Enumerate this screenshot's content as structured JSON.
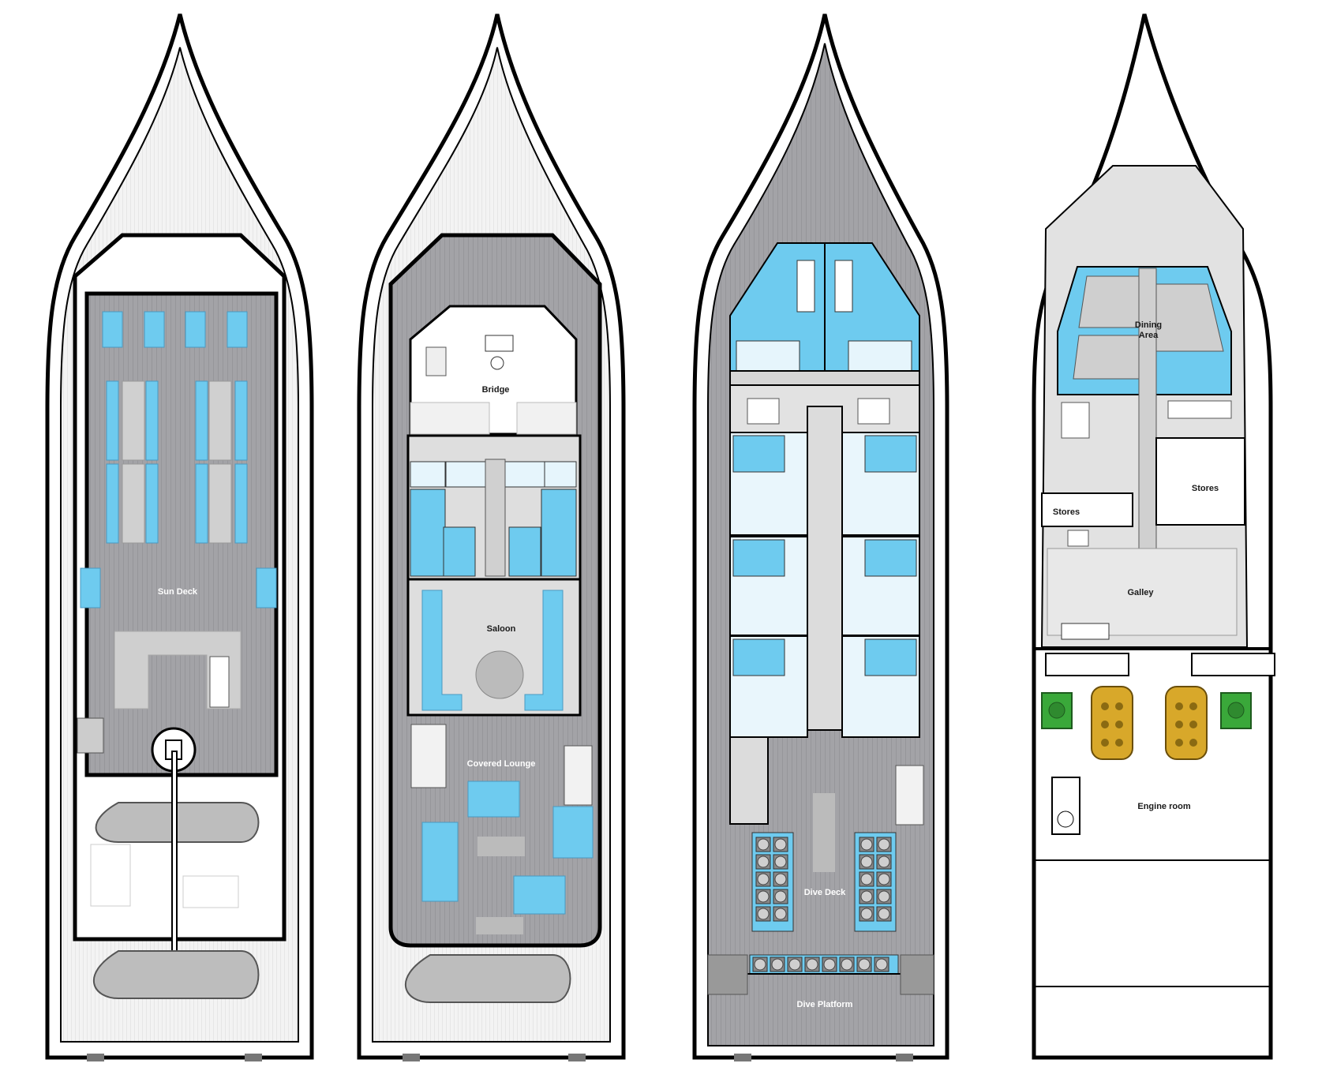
{
  "decks": [
    {
      "id": "sun",
      "labels": {
        "sun_deck": "Sun Deck"
      }
    },
    {
      "id": "upper",
      "labels": {
        "bridge": "Bridge",
        "saloon": "Saloon",
        "covered_lounge": "Covered Lounge"
      }
    },
    {
      "id": "main",
      "labels": {
        "dive_deck": "Dive Deck",
        "dive_platform": "Dive Platform"
      }
    },
    {
      "id": "lower",
      "labels": {
        "dining_area_line1": "Dining",
        "dining_area_line2": "Area",
        "stores_left": "Stores",
        "stores_right": "Stores",
        "galley": "Galley",
        "engine_room": "Engine room"
      }
    }
  ],
  "colors": {
    "deck_grey": "#9a9a9e",
    "cabin_blue": "#6ecbef",
    "hull_outline": "#000000",
    "floor_light": "#dedede",
    "engine_yellow": "#d8a82a",
    "generator_green": "#3aa83a"
  }
}
